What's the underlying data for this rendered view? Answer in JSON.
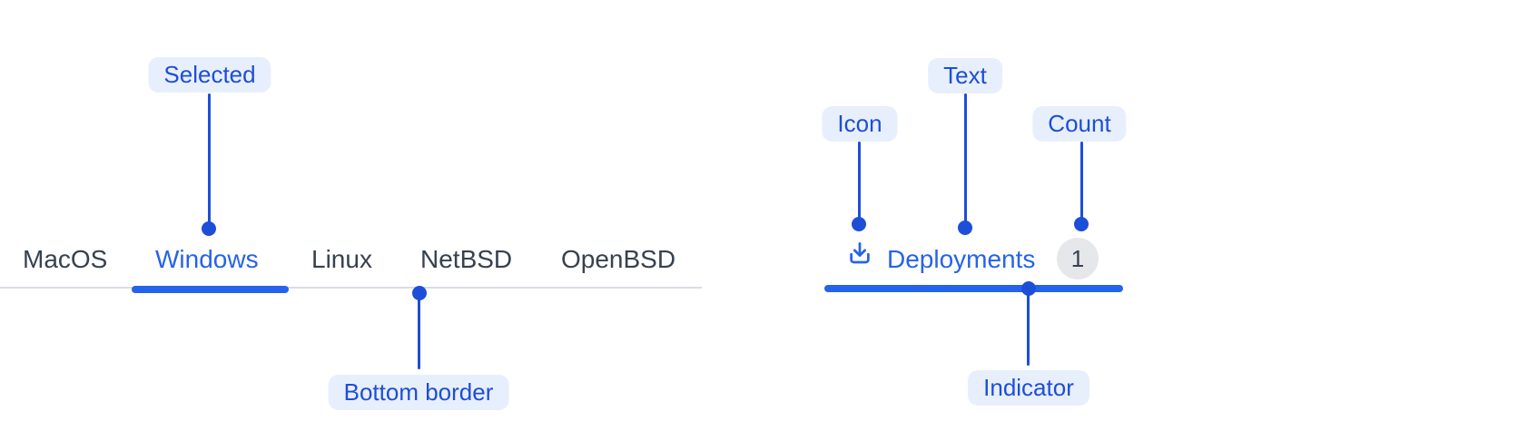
{
  "figure": {
    "left": {
      "tabs": [
        {
          "label": "MacOS",
          "selected": false
        },
        {
          "label": "Windows",
          "selected": true
        },
        {
          "label": "Linux",
          "selected": false
        },
        {
          "label": "NetBSD",
          "selected": false
        },
        {
          "label": "OpenBSD",
          "selected": false
        }
      ],
      "annotations": {
        "selected": "Selected",
        "bottom_border": "Bottom border"
      }
    },
    "right": {
      "tab": {
        "icon": "download-icon",
        "label": "Deployments",
        "count": "1",
        "selected": true
      },
      "annotations": {
        "icon": "Icon",
        "text": "Text",
        "count": "Count",
        "indicator": "Indicator"
      }
    },
    "colors": {
      "accent_blue": "#2563eb",
      "annotation_blue": "#1d4ed8",
      "pill_background": "#e8effc",
      "tab_text_gray": "#374151",
      "border_gray": "#d9dce3",
      "badge_background": "#e5e7ea"
    }
  }
}
